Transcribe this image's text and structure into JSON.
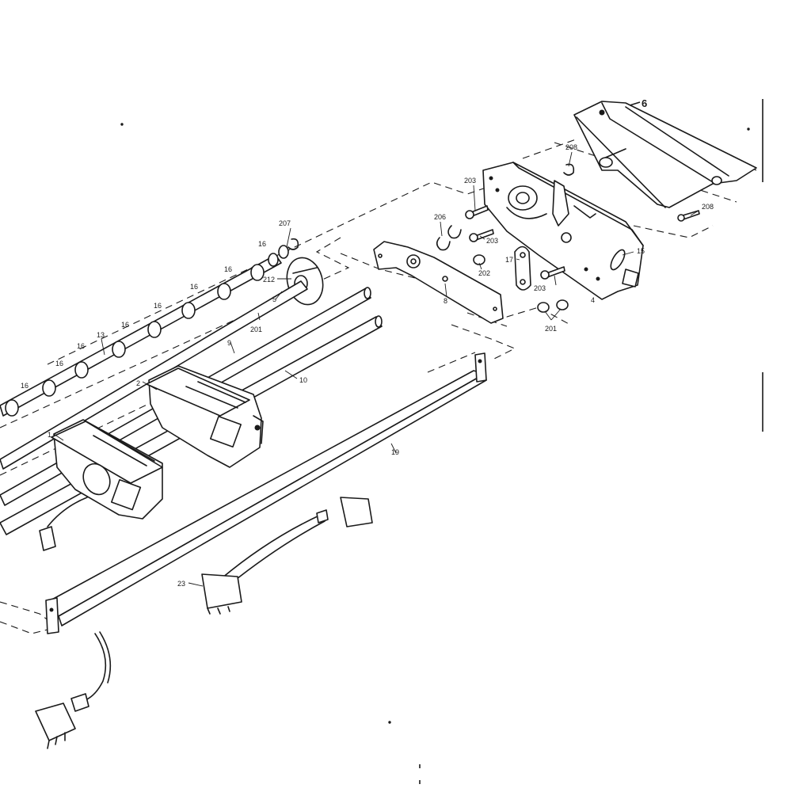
{
  "labels": {
    "l_6": "6",
    "l_208_top": "208",
    "l_203_a": "203",
    "l_206_a": "206",
    "l_203_b": "203",
    "l_202": "202",
    "l_17": "17",
    "l_203_c": "203",
    "l_4": "4",
    "l_15": "15",
    "l_208_right": "208",
    "l_201_right": "201",
    "l_8": "8",
    "l_207": "207",
    "l_16_a": "16",
    "l_212": "212",
    "l_5": "5",
    "l_16_b": "16",
    "l_16_c": "16",
    "l_16_d": "16",
    "l_201_left": "201",
    "l_9": "9",
    "l_13": "13",
    "l_16_e": "16",
    "l_16_f": "16",
    "l_16_g": "16",
    "l_16_h": "16",
    "l_2": "2",
    "l_10": "10",
    "l_1": "1",
    "l_19": "19",
    "l_23": "23"
  }
}
